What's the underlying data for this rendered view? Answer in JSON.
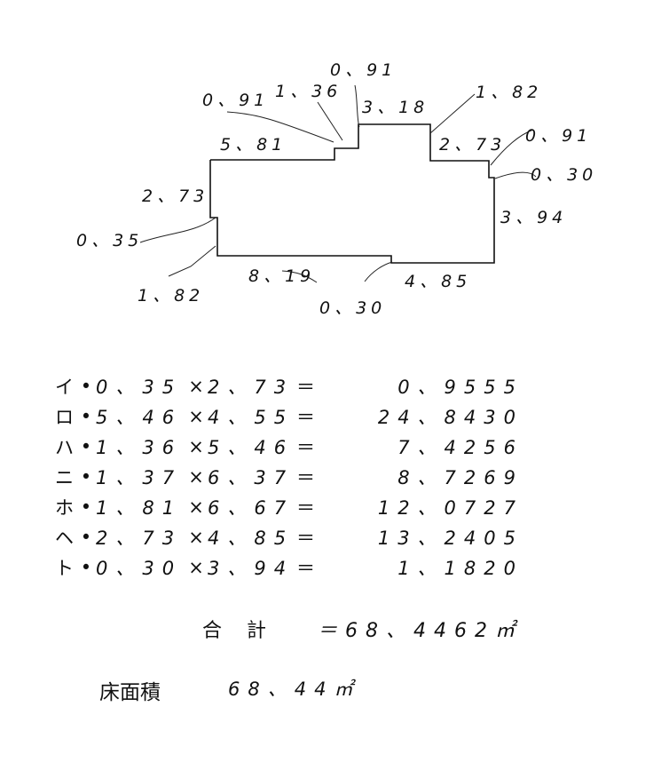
{
  "drawing": {
    "labels": {
      "top_small_left_offset": "0、91",
      "top_step_width": "1、36",
      "top_step2_height": "0、91",
      "top_center_width": "3、18",
      "top_right_height": "1、82",
      "top_left_width": "5、81",
      "right_upper_width": "2、73",
      "right_offset_height": "0、91",
      "right_jog": "0、30",
      "left_height": "2、73",
      "right_height": "3、94",
      "left_jog": "0、35",
      "left_lower_height": "1、82",
      "bottom_left_width": "8、19",
      "bottom_right_width": "4、85",
      "bottom_jog": "0、30"
    }
  },
  "calculations": [
    {
      "key": "イ",
      "sep": "•",
      "a": "0、35",
      "op": "×",
      "b": "2、73",
      "eq": "＝",
      "result": "0、9555"
    },
    {
      "key": "ロ",
      "sep": "•",
      "a": "5、46",
      "op": "×",
      "b": "4、55",
      "eq": "＝",
      "result": "24、8430"
    },
    {
      "key": "ハ",
      "sep": "•",
      "a": "1、36",
      "op": "×",
      "b": "5、46",
      "eq": "＝",
      "result": "7、4256"
    },
    {
      "key": "ニ",
      "sep": "•",
      "a": "1、37",
      "op": "×",
      "b": "6、37",
      "eq": "＝",
      "result": "8、7269"
    },
    {
      "key": "ホ",
      "sep": "•",
      "a": "1、81",
      "op": "×",
      "b": "6、67",
      "eq": "＝",
      "result": "12、0727"
    },
    {
      "key": "ヘ",
      "sep": "•",
      "a": "2、73",
      "op": "×",
      "b": "4、85",
      "eq": "＝",
      "result": "13、2405"
    },
    {
      "key": "ト",
      "sep": "•",
      "a": "0、30",
      "op": "×",
      "b": "3、94",
      "eq": "＝",
      "result": "1、1820"
    }
  ],
  "total": {
    "label": "合計",
    "value": "＝68、4462㎡"
  },
  "floor_area": {
    "label": "床面積",
    "value": "68、44㎡"
  }
}
